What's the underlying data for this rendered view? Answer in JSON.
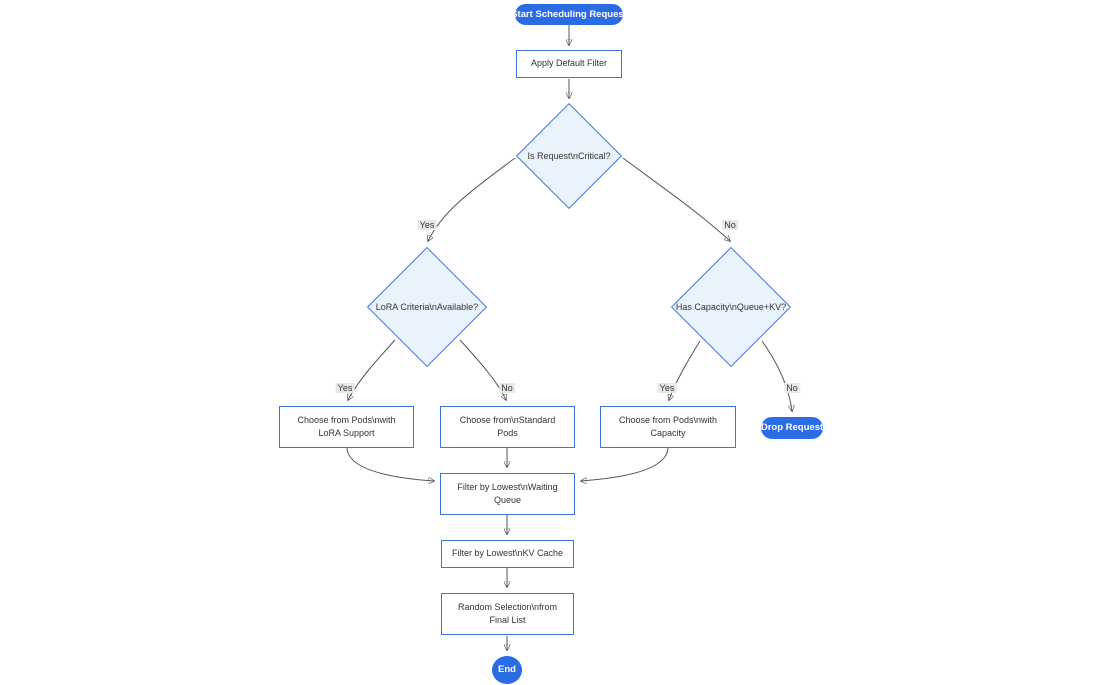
{
  "diagram": {
    "kind": "flowchart-top-down",
    "nodes": {
      "start": {
        "label": "Start Scheduling Request",
        "shape": "stadium"
      },
      "apply_filter": {
        "label": "Apply Default Filter",
        "shape": "rectangle"
      },
      "is_critical": {
        "label": "Is Request\\nCritical?",
        "shape": "diamond"
      },
      "lora_criteria": {
        "label": "LoRA Criteria\\nAvailable?",
        "shape": "diamond"
      },
      "has_capacity": {
        "label": "Has Capacity\\nQueue+KV?",
        "shape": "diamond"
      },
      "choose_lora": {
        "label": "Choose from Pods\\nwith LoRA Support",
        "shape": "rectangle"
      },
      "choose_standard": {
        "label": "Choose from\\nStandard Pods",
        "shape": "rectangle"
      },
      "choose_capacity": {
        "label": "Choose from Pods\\nwith Capacity",
        "shape": "rectangle"
      },
      "drop_request": {
        "label": "Drop Request",
        "shape": "stadium"
      },
      "filter_queue": {
        "label": "Filter by Lowest\\nWaiting Queue",
        "shape": "rectangle"
      },
      "filter_kv": {
        "label": "Filter by Lowest\\nKV Cache",
        "shape": "rectangle"
      },
      "random_selection": {
        "label": "Random Selection\\nfrom Final List",
        "shape": "rectangle"
      },
      "end": {
        "label": "End",
        "shape": "circle"
      }
    },
    "edges": [
      {
        "from": "start",
        "to": "apply_filter"
      },
      {
        "from": "apply_filter",
        "to": "is_critical"
      },
      {
        "from": "is_critical",
        "to": "lora_criteria",
        "label": "Yes"
      },
      {
        "from": "is_critical",
        "to": "has_capacity",
        "label": "No"
      },
      {
        "from": "lora_criteria",
        "to": "choose_lora",
        "label": "Yes"
      },
      {
        "from": "lora_criteria",
        "to": "choose_standard",
        "label": "No"
      },
      {
        "from": "has_capacity",
        "to": "choose_capacity",
        "label": "Yes"
      },
      {
        "from": "has_capacity",
        "to": "drop_request",
        "label": "No"
      },
      {
        "from": "choose_lora",
        "to": "filter_queue"
      },
      {
        "from": "choose_standard",
        "to": "filter_queue"
      },
      {
        "from": "choose_capacity",
        "to": "filter_queue"
      },
      {
        "from": "filter_queue",
        "to": "filter_kv"
      },
      {
        "from": "filter_kv",
        "to": "random_selection"
      },
      {
        "from": "random_selection",
        "to": "end"
      }
    ],
    "colors": {
      "accent_fill": "#2b6be3",
      "accent_text": "#ffffff",
      "node_fill": "#ffffff",
      "node_border": "#3b76e0",
      "decision_fill": "#eaf3fc",
      "text": "#333333",
      "edge_line": "#555555",
      "edge_label_bg": "#e8e8e8",
      "canvas_bg": "#ffffff"
    }
  }
}
